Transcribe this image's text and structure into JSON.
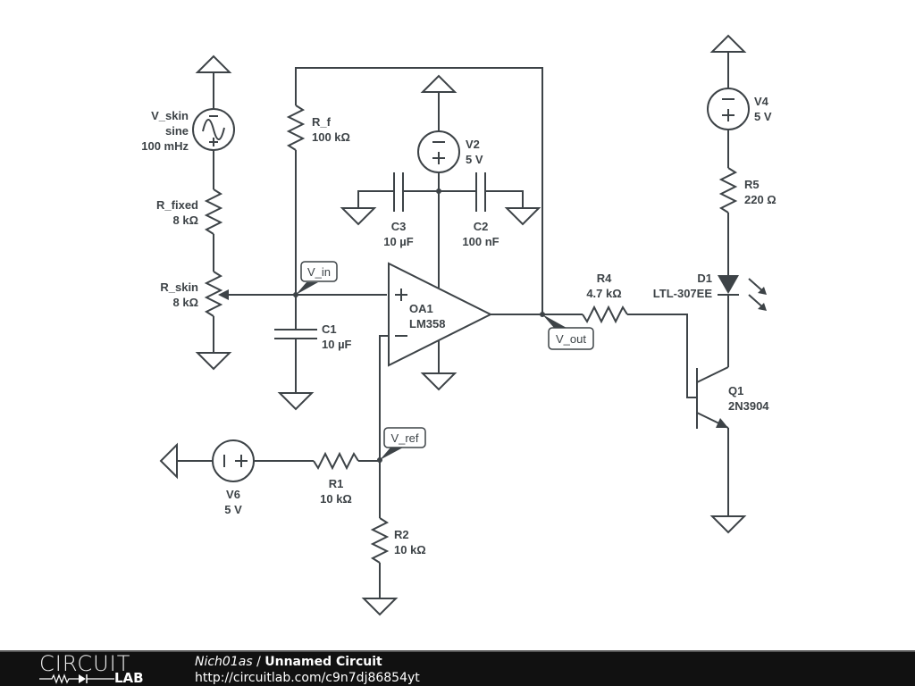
{
  "components": {
    "v_skin": {
      "name": "V_skin",
      "type": "sine",
      "freq": "100 mHz"
    },
    "r_fixed": {
      "name": "R_fixed",
      "value": "8 kΩ"
    },
    "r_skin": {
      "name": "R_skin",
      "value": "8 kΩ"
    },
    "r_f": {
      "name": "R_f",
      "value": "100 kΩ"
    },
    "v2": {
      "name": "V2",
      "value": "5 V"
    },
    "c3": {
      "name": "C3",
      "value": "10 µF"
    },
    "c2": {
      "name": "C2",
      "value": "100 nF"
    },
    "c1": {
      "name": "C1",
      "value": "10 µF"
    },
    "oa1": {
      "name": "OA1",
      "part": "LM358"
    },
    "r4": {
      "name": "R4",
      "value": "4.7 kΩ"
    },
    "d1": {
      "name": "D1",
      "part": "LTL-307EE"
    },
    "v4": {
      "name": "V4",
      "value": "5 V"
    },
    "r5": {
      "name": "R5",
      "value": "220 Ω"
    },
    "q1": {
      "name": "Q1",
      "part": "2N3904"
    },
    "v6": {
      "name": "V6",
      "value": "5 V"
    },
    "r1": {
      "name": "R1",
      "value": "10 kΩ"
    },
    "r2": {
      "name": "R2",
      "value": "10 kΩ"
    }
  },
  "nodes": {
    "v_in": "V_in",
    "v_out": "V_out",
    "v_ref": "V_ref"
  },
  "signs": {
    "plus": "+",
    "minus": "−"
  },
  "footer": {
    "logo_top": "CIRCUIT",
    "logo_bottom": "LAB",
    "author": "Nich01as",
    "separator": " / ",
    "title": "Unnamed Circuit",
    "url": "http://circuitlab.com/c9n7dj86854yt"
  }
}
